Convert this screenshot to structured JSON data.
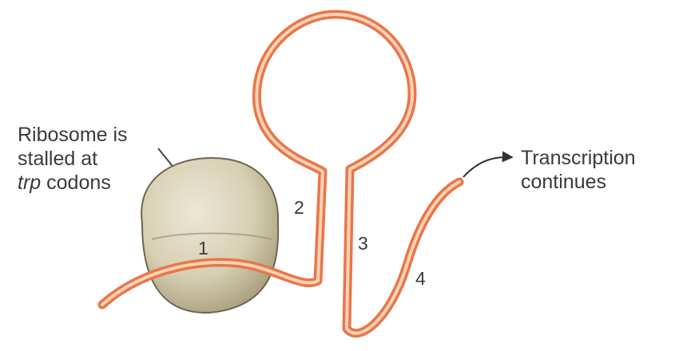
{
  "labels": {
    "ribosome_line1": "Ribosome is",
    "ribosome_line2": "stalled at",
    "ribosome_line3_italic": "trp",
    "ribosome_line3_rest": " codons",
    "transcription_line1": "Transcription",
    "transcription_line2": "continues"
  },
  "regions": {
    "r1": "1",
    "r2": "2",
    "r3": "3",
    "r4": "4"
  },
  "colors": {
    "rna_outer": "#e8764a",
    "rna_inner": "#fbd2b4",
    "ribosome_fill": "#d8d2b8",
    "ribosome_shadow": "#b7ad8e",
    "arrow": "#333333"
  }
}
